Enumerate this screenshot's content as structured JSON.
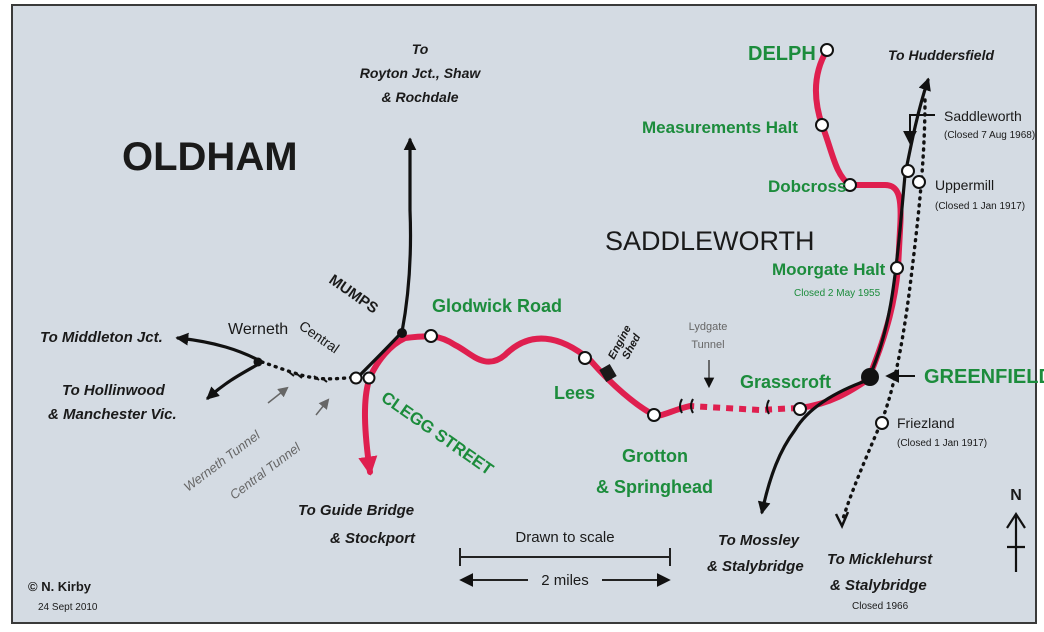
{
  "towns": {
    "oldham": "OLDHAM",
    "saddleworth": "SADDLEWORTH",
    "mumps": "MUMPS"
  },
  "stations": {
    "delph": "DELPH",
    "measurements_halt": "Measurements Halt",
    "dobcross": "Dobcross",
    "moorgate_halt": "Moorgate Halt",
    "moorgate_note": "Closed 2 May 1955",
    "greenfield": "GREENFIELD",
    "grasscroft": "Grasscroft",
    "grotton_1": "Grotton",
    "grotton_2": "& Springhead",
    "lees": "Lees",
    "glodwick_road": "Glodwick Road",
    "clegg_street": "CLEGG STREET",
    "central": "Central",
    "werneth": "Werneth",
    "saddleworth_stn": "Saddleworth",
    "saddleworth_note": "(Closed 7 Aug 1968)",
    "uppermill": "Uppermill",
    "uppermill_note": "(Closed 1 Jan 1917)",
    "friezland": "Friezland",
    "friezland_note": "(Closed 1 Jan 1917)"
  },
  "destinations": {
    "royton_1": "To",
    "royton_2": "Royton Jct., Shaw",
    "royton_3": "& Rochdale",
    "huddersfield": "To Huddersfield",
    "middleton": "To Middleton Jct.",
    "hollinwood_1": "To Hollinwood",
    "hollinwood_2": "& Manchester Vic.",
    "guide_bridge_1": "To  Guide Bridge",
    "guide_bridge_2": "& Stockport",
    "mossley_1": "To Mossley",
    "mossley_2": "& Stalybridge",
    "micklehurst_1": "To Micklehurst",
    "micklehurst_2": "& Stalybridge",
    "micklehurst_3": "Closed 1966"
  },
  "features": {
    "engine_shed_1": "Engine",
    "engine_shed_2": "Shed",
    "lydgate_1": "Lydgate",
    "lydgate_2": "Tunnel",
    "werneth_tunnel": "Werneth Tunnel",
    "central_tunnel": "Central Tunnel"
  },
  "scale": {
    "drawn_to_scale": "Drawn to scale",
    "distance": "2 miles"
  },
  "north": "N",
  "credit": {
    "author": "© N. Kirby",
    "date": "24 Sept 2010"
  },
  "colors": {
    "background": "#d4dbe3",
    "active_line": "#df1f4f",
    "station_label": "#1c8c3c",
    "other_line": "#111111"
  }
}
